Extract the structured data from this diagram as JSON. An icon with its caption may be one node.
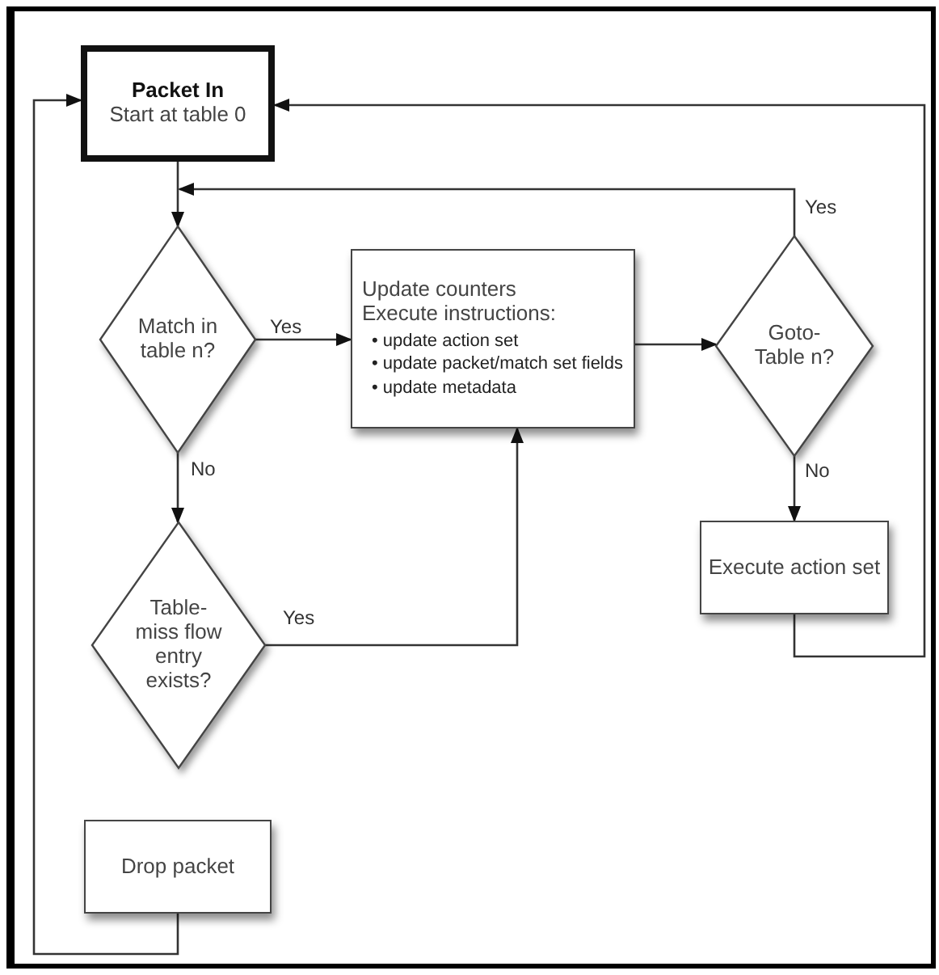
{
  "diagram": {
    "nodes": [
      {
        "text": [
          "Packet In",
          "Start at table 0"
        ]
      },
      {
        "text": [
          "Match in table n?"
        ]
      },
      {
        "text": [
          "Update counters",
          "Execute instructions:",
          "• update action set",
          "• update packet/match set fields",
          "• update metadata"
        ]
      },
      {
        "text": [
          "Goto-Table n?"
        ]
      },
      {
        "text": [
          "Table-miss flow entry exists?"
        ]
      },
      {
        "text": [
          "Drop packet"
        ]
      },
      {
        "text": [
          "Execute action set"
        ]
      }
    ],
    "edges": [
      {
        "from": 0,
        "to": 1,
        "arrow": "to"
      },
      {
        "from": 1,
        "to": 2,
        "arrow": "to",
        "label": "Yes"
      },
      {
        "from": 1,
        "to": 4,
        "arrow": "to",
        "label": "No"
      },
      {
        "from": 4,
        "to": 2,
        "arrow": "to",
        "label": "Yes"
      },
      {
        "from": 2,
        "to": 3,
        "arrow": "to"
      },
      {
        "from": 3,
        "to": 1,
        "arrow": "to",
        "label": "Yes"
      },
      {
        "from": 3,
        "to": 6,
        "arrow": "to",
        "label": "No"
      },
      {
        "from": 6,
        "to": 0,
        "arrow": "to"
      },
      {
        "from": 5,
        "to": 0,
        "arrow": "to"
      }
    ]
  }
}
